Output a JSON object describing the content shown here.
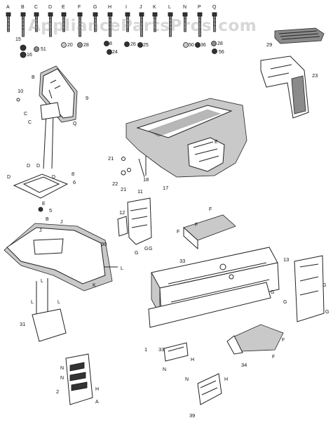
{
  "watermark": "AppliancePartsPros.com",
  "hardware_letters": [
    "A",
    "B",
    "C",
    "D",
    "E",
    "F",
    "G",
    "H",
    "I",
    "J",
    "K",
    "L",
    "N",
    "P",
    "Q"
  ],
  "nut_labels": [
    {
      "id": "n15",
      "text": "15"
    },
    {
      "id": "n16",
      "text": "16"
    },
    {
      "id": "n51",
      "text": "51"
    },
    {
      "id": "n20",
      "text": "20"
    },
    {
      "id": "n28",
      "text": "28"
    },
    {
      "id": "n8",
      "text": "8"
    },
    {
      "id": "n24",
      "text": "24"
    },
    {
      "id": "n26",
      "text": "26"
    },
    {
      "id": "n25",
      "text": "25"
    },
    {
      "id": "n50",
      "text": "50"
    },
    {
      "id": "n36",
      "text": "36"
    },
    {
      "id": "n28b",
      "text": "28"
    },
    {
      "id": "n56",
      "text": "56"
    }
  ],
  "callouts": {
    "c29": "29",
    "c23": "23",
    "c10": "10",
    "c9": "9",
    "c8a": "8",
    "c21a": "21",
    "c22": "22",
    "c21b": "21",
    "c18": "18",
    "c17": "17",
    "c6": "6",
    "c11": "11",
    "c12": "12",
    "c30": "30",
    "c33a": "33",
    "c13": "13",
    "c31": "31",
    "c1": "1",
    "c34": "34",
    "c33b": "33",
    "c39": "39",
    "c2": "2",
    "c5": "5"
  },
  "letter_tags": {
    "t1": "B",
    "t2": "C",
    "t3": "C",
    "t4": "Q",
    "t5": "D",
    "t6": "D",
    "t7": "D",
    "t8": "D",
    "t9": "E",
    "t10": "B",
    "t11": "E",
    "t12": "J",
    "t13": "J",
    "t14": "K",
    "t15": "L",
    "t16": "L",
    "t17": "L",
    "t18": "L",
    "t19": "F",
    "t20": "F",
    "t21": "G",
    "t22": "G",
    "t23": "G",
    "t24": "F",
    "t25": "G",
    "t26": "G",
    "t27": "F",
    "t28": "F",
    "t29": "N",
    "t30": "H",
    "t31": "N",
    "t32": "H",
    "t33": "A",
    "t34": "N",
    "t35": "N",
    "t36": "H",
    "t37": "G",
    "t38": "G"
  }
}
